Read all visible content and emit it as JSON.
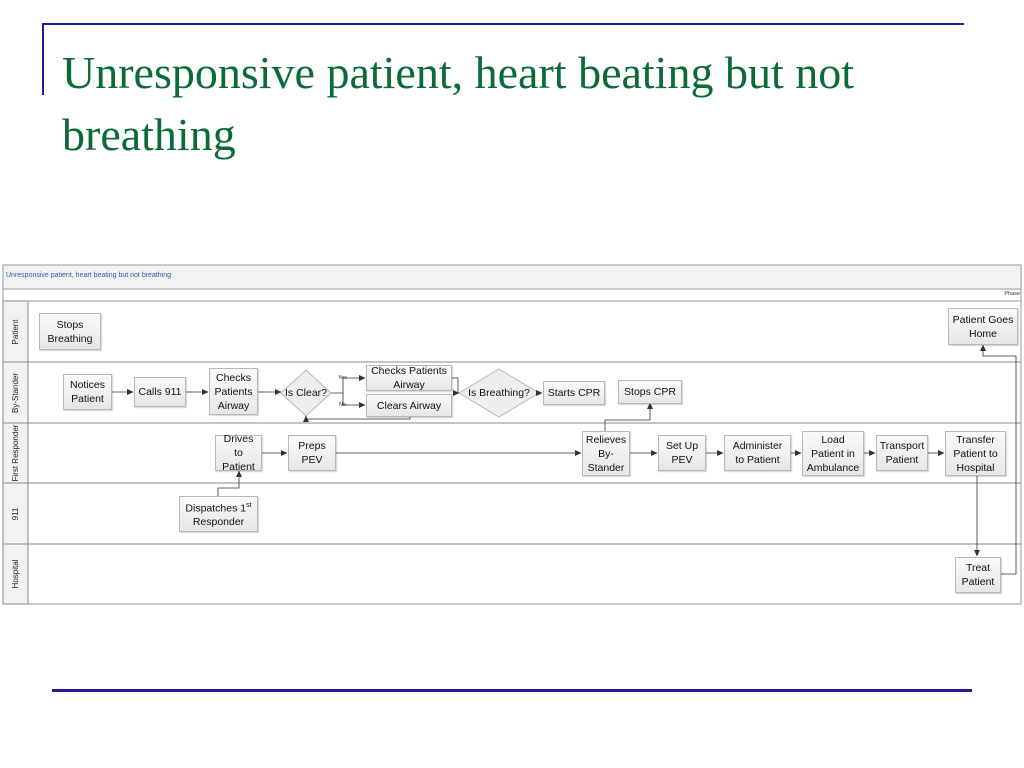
{
  "slide": {
    "title": "Unresponsive patient, heart beating but not breathing"
  },
  "diagram": {
    "pool_title": "Unresponsive patient, heart beating but not breathing",
    "phase_label": "Phase",
    "lanes": [
      {
        "label": "Patient"
      },
      {
        "label": "By-Stander"
      },
      {
        "label": "First Responder"
      },
      {
        "label": "911"
      },
      {
        "label": "Hospital"
      }
    ],
    "nodes": {
      "stops_breathing": "Stops Breathing",
      "patient_goes_home": "Patient Goes Home",
      "notices_patient": "Notices Patient",
      "calls_911": "Calls 911",
      "checks_patients_airway_1": "Checks Patients Airway",
      "is_clear": "Is Clear?",
      "checks_patients_airway_2": "Checks Patients Airway",
      "clears_airway": "Clears Airway",
      "is_breathing": "Is Breathing?",
      "starts_cpr": "Starts CPR",
      "stops_cpr": "Stops CPR",
      "drives_to_patient": "Drives to Patient",
      "preps_pev": "Preps PEV",
      "relieves_by_stander": "Relieves By-Stander",
      "set_up_pev": "Set Up PEV",
      "administer_to_patient": "Administer to Patient",
      "load_patient_in_ambulance": "Load Patient in Ambulance",
      "transport_patient": "Transport Patient",
      "transfer_patient_to_hospital": "Transfer Patient to Hospital",
      "dispatches_text": "Dispatches 1",
      "dispatches_sup": "st",
      "dispatches_line2": "Responder",
      "treat_patient": "Treat Patient"
    },
    "edge_labels": {
      "yes": "Yes",
      "no": "No"
    },
    "colors": {
      "title": "#0b6b36",
      "rule": "#1f1f8f",
      "pool_title": "#2a5da8"
    }
  }
}
